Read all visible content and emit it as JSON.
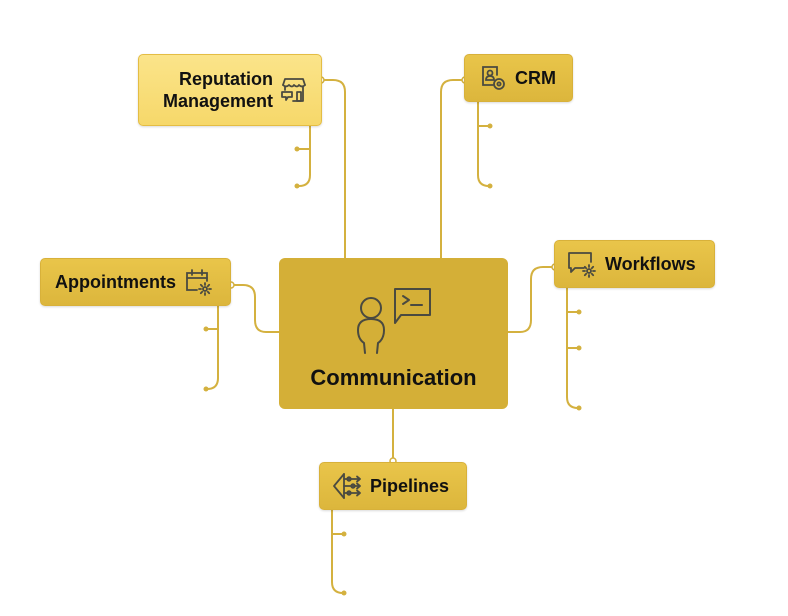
{
  "diagram": {
    "type": "mind-map",
    "colors": {
      "root_fill": "#d4af37",
      "node_fill": "#e6c047",
      "node_fill_light": "#f9e07e",
      "connector": "#d4b13f",
      "icon_stroke": "#4a4a40",
      "text": "#111111"
    },
    "root": {
      "label": "Communication",
      "icon": "person-terminal-chat-icon"
    },
    "branches": [
      {
        "id": "reputation",
        "label_lines": [
          "Reputation",
          "Management"
        ],
        "icon": "storefront-review-icon",
        "child_count": 2
      },
      {
        "id": "crm",
        "label": "CRM",
        "icon": "contact-settings-icon",
        "child_count": 2
      },
      {
        "id": "appointments",
        "label": "Appointments",
        "icon": "calendar-gear-icon",
        "child_count": 2
      },
      {
        "id": "workflows",
        "label": "Workflows",
        "icon": "chat-gear-icon",
        "child_count": 3
      },
      {
        "id": "pipelines",
        "label": "Pipelines",
        "icon": "pipeline-flow-icon",
        "child_count": 2
      }
    ]
  }
}
